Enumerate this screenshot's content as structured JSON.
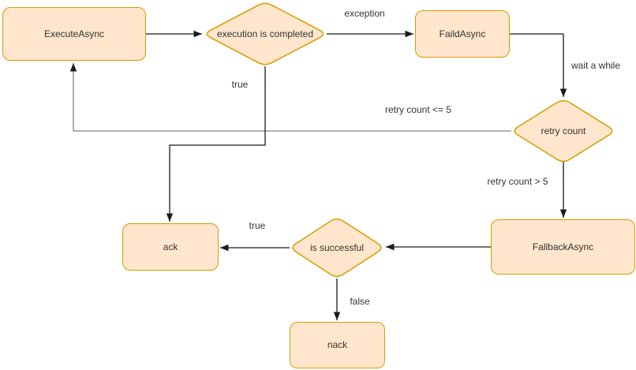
{
  "diagram": {
    "colors": {
      "canvas_bg": "#ffffff",
      "node_fill": "#FFE6CC",
      "node_border": "#D79B00",
      "edge": "#1a1a1a",
      "edge_secondary": "#808080",
      "text": "#333333"
    },
    "nodes": {
      "execute_async": {
        "label": "ExecuteAsync",
        "shape": "rounded-rect"
      },
      "execution_is_completed": {
        "label": "execution is completed",
        "shape": "diamond"
      },
      "faild_async": {
        "label": "FaildAsync",
        "shape": "rounded-rect"
      },
      "retry_count": {
        "label": "retry count",
        "shape": "diamond"
      },
      "fallback_async": {
        "label": "FallbackAsync",
        "shape": "rounded-rect"
      },
      "is_successful": {
        "label": "is successful",
        "shape": "diamond"
      },
      "ack": {
        "label": "ack",
        "shape": "rounded-rect"
      },
      "nack": {
        "label": "nack",
        "shape": "rounded-rect"
      }
    },
    "edges": {
      "execute_to_completed": {
        "from": "ExecuteAsync",
        "to": "execution is completed",
        "label": ""
      },
      "completed_to_faild": {
        "from": "execution is completed",
        "to": "FaildAsync",
        "label": "exception"
      },
      "faild_to_retry": {
        "from": "FaildAsync",
        "to": "retry count",
        "label": "wait a while"
      },
      "retry_to_execute": {
        "from": "retry count",
        "to": "ExecuteAsync",
        "label": "retry count <= 5"
      },
      "completed_to_ack": {
        "from": "execution is completed",
        "to": "ack",
        "label": "true"
      },
      "retry_to_fallback": {
        "from": "retry count",
        "to": "FallbackAsync",
        "label": "retry count > 5"
      },
      "fallback_to_successful": {
        "from": "FallbackAsync",
        "to": "is successful",
        "label": ""
      },
      "successful_to_ack": {
        "from": "is successful",
        "to": "ack",
        "label": "true"
      },
      "successful_to_nack": {
        "from": "is successful",
        "to": "nack",
        "label": "false"
      }
    }
  }
}
